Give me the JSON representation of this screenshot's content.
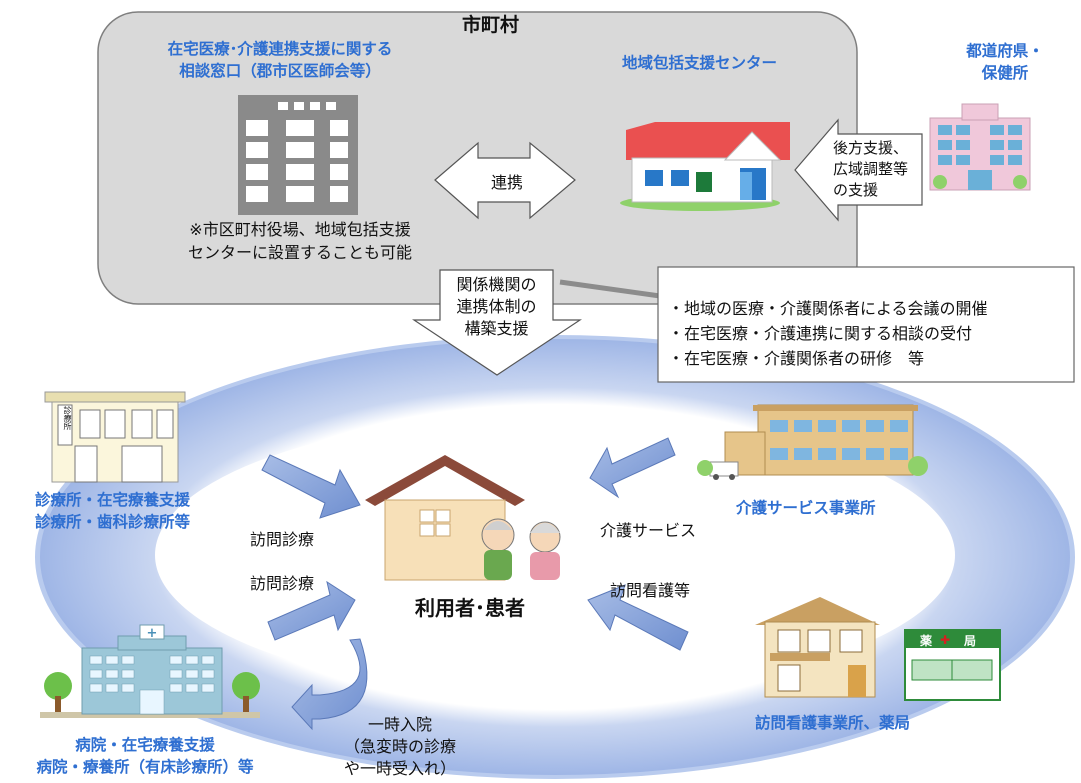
{
  "municipality": {
    "title": "市町村",
    "consult_window_line1": "在宅医療･介護連携支援に関する",
    "consult_window_line2": "相談窓口（郡市区医師会等）",
    "community_center": "地域包括支援センター",
    "note_line1": "※市区町村役場、地域包括支援",
    "note_line2": "センターに設置することも可能",
    "renkei": "連携"
  },
  "prefecture": {
    "name_line1": "都道府県・",
    "name_line2": "保健所",
    "support_line1": "後方支援、",
    "support_line2": "広域調整等",
    "support_line3": "の支援"
  },
  "build_support": {
    "line1": "関係機関の",
    "line2": "連携体制の",
    "line3": "構築支援"
  },
  "activities": [
    "・地域の医療・介護関係者による会議の開催",
    "・在宅医療・介護連携に関する相談の受付",
    "・在宅医療・介護関係者の研修　等"
  ],
  "clinic": {
    "sign": "診療所",
    "line1": "診療所・在宅療養支援",
    "line2": "診療所・歯科診療所等"
  },
  "hospital": {
    "line1": "病院・在宅療養支援",
    "line2": "病院・療養所（有床診療所）等"
  },
  "care_service": "介護サービス事業所",
  "nursing_pharmacy": "訪問看護事業所、薬局",
  "pharmacy_sign": "薬",
  "pharmacy_sign2": "局",
  "user_patient": "利用者･患者",
  "flows": {
    "home_visit_1": "訪問診療",
    "home_visit_2": "訪問診療",
    "care_service": "介護サービス",
    "visiting_nursing": "訪問看護等",
    "temp_admission_line1": "一時入院",
    "temp_admission_line2": "（急変時の診療",
    "temp_admission_line3": "や一時受入れ）"
  },
  "colors": {
    "accent_blue": "#2f6fd1",
    "gray_box": "#d9d9d9",
    "arrow_blue": "#7f9fd6"
  }
}
